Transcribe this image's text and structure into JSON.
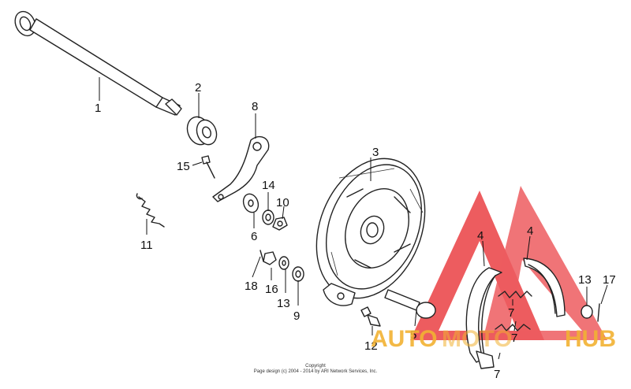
{
  "labels": {
    "p1": "1",
    "p2": "2",
    "p3": "3",
    "p4a": "4",
    "p4b": "4",
    "p5": "5",
    "p6": "6",
    "p7a": "7",
    "p7b": "7",
    "p7c": "7",
    "p8": "8",
    "p9": "9",
    "p10": "10",
    "p11": "11",
    "p12": "12",
    "p13a": "13",
    "p13b": "13",
    "p14": "14",
    "p15": "15",
    "p16": "16",
    "p17": "17",
    "p18": "18"
  },
  "copyright": {
    "line1": "Copyright",
    "line2": "Page design (c) 2004 - 2014 by ARI Network Services, Inc."
  },
  "watermark": {
    "part1": "AUTO",
    "part2": "MOTO",
    "part3": "HUB",
    "color_red": "#e8262a",
    "color_gold": "#f2b233"
  }
}
